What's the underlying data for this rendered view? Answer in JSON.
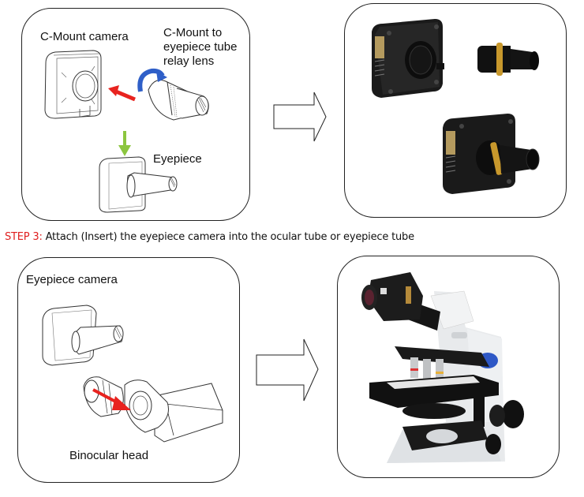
{
  "top_left_panel": {
    "label_camera": "C-Mount camera",
    "label_relay_line1": "C-Mount to",
    "label_relay_line2": "eyepiece tube",
    "label_relay_line3": "relay lens",
    "label_eyepiece": "Eyepiece"
  },
  "top_right_panel": {
    "description": "Photo of C-mount camera, relay lens, and assembled eyepiece camera"
  },
  "step": {
    "prefix": "STEP 3:",
    "text": "Attach (Insert) the eyepiece camera into the ocular tube or eyepiece tube"
  },
  "bottom_left_panel": {
    "label_camera": "Eyepiece camera",
    "label_head": "Binocular head"
  },
  "bottom_right_panel": {
    "description": "Photo of microscope with eyepiece camera inserted in ocular tube"
  },
  "colors": {
    "step_prefix": "#e02020",
    "red_arrow": "#e8231f",
    "blue_arrow": "#2f5fc8",
    "green_arrow": "#8cc63f",
    "brass_ring": "#c8982c"
  }
}
